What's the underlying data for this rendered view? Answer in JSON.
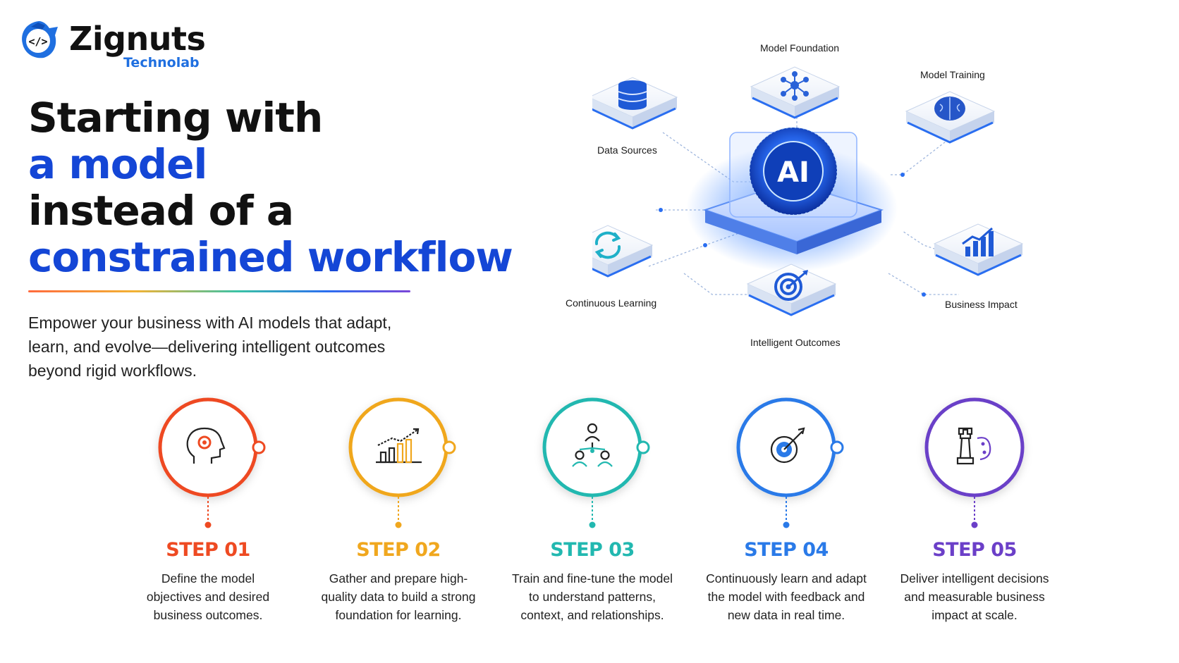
{
  "brand": {
    "name": "Zignuts",
    "subtitle": "Technolab",
    "logo_glyph": "</>"
  },
  "headline": {
    "line1": "Starting with",
    "line2": "a model",
    "line3": "instead of a",
    "line4": "constrained workflow"
  },
  "intro": "Empower your business with AI models that adapt, learn, and evolve—delivering intelligent outcomes beyond rigid workflows.",
  "diagram": {
    "core_label": "AI",
    "nodes": [
      {
        "label": "Model Foundation",
        "icon": "network-icon"
      },
      {
        "label": "Model Training",
        "icon": "brain-icon"
      },
      {
        "label": "Data Sources",
        "icon": "database-icon"
      },
      {
        "label": "Continuous Learning",
        "icon": "refresh-icon"
      },
      {
        "label": "Intelligent Outcomes",
        "icon": "target-icon"
      },
      {
        "label": "Business Impact",
        "icon": "growth-chart-icon"
      }
    ]
  },
  "steps": [
    {
      "label": "STEP 01",
      "desc": "Define the model objectives and desired business outcomes.",
      "color": "#ee4a22",
      "icon": "head-gear-icon"
    },
    {
      "label": "STEP 02",
      "desc": "Gather and prepare high-quality data to build a strong foundation for learning.",
      "color": "#f0a71e",
      "icon": "bar-chart-icon"
    },
    {
      "label": "STEP 03",
      "desc": "Train and fine-tune the model to understand patterns, context, and relationships.",
      "color": "#22b8b0",
      "icon": "team-icon"
    },
    {
      "label": "STEP 04",
      "desc": "Continuously learn and adapt the model with feedback and new data in real time.",
      "color": "#2a7ae8",
      "icon": "target-icon"
    },
    {
      "label": "STEP 05",
      "desc": "Deliver intelligent decisions and measurable business impact at scale.",
      "color": "#6b3fc8",
      "icon": "chess-strategy-icon"
    }
  ]
}
